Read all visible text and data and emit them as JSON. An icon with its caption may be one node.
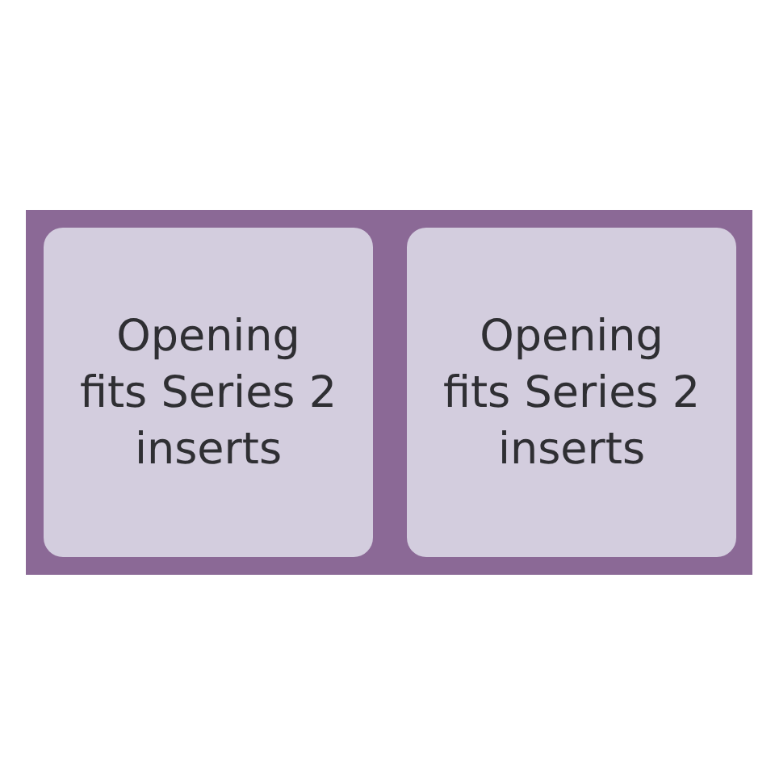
{
  "diagram": {
    "nodes": [
      {
        "text": [],
        "shape": "box"
      },
      {
        "text": [
          "Opening fits Series 2 inserts"
        ],
        "in": 0
      },
      {
        "text": [
          "Opening fits Series 2 inserts"
        ],
        "in": 0
      }
    ]
  }
}
